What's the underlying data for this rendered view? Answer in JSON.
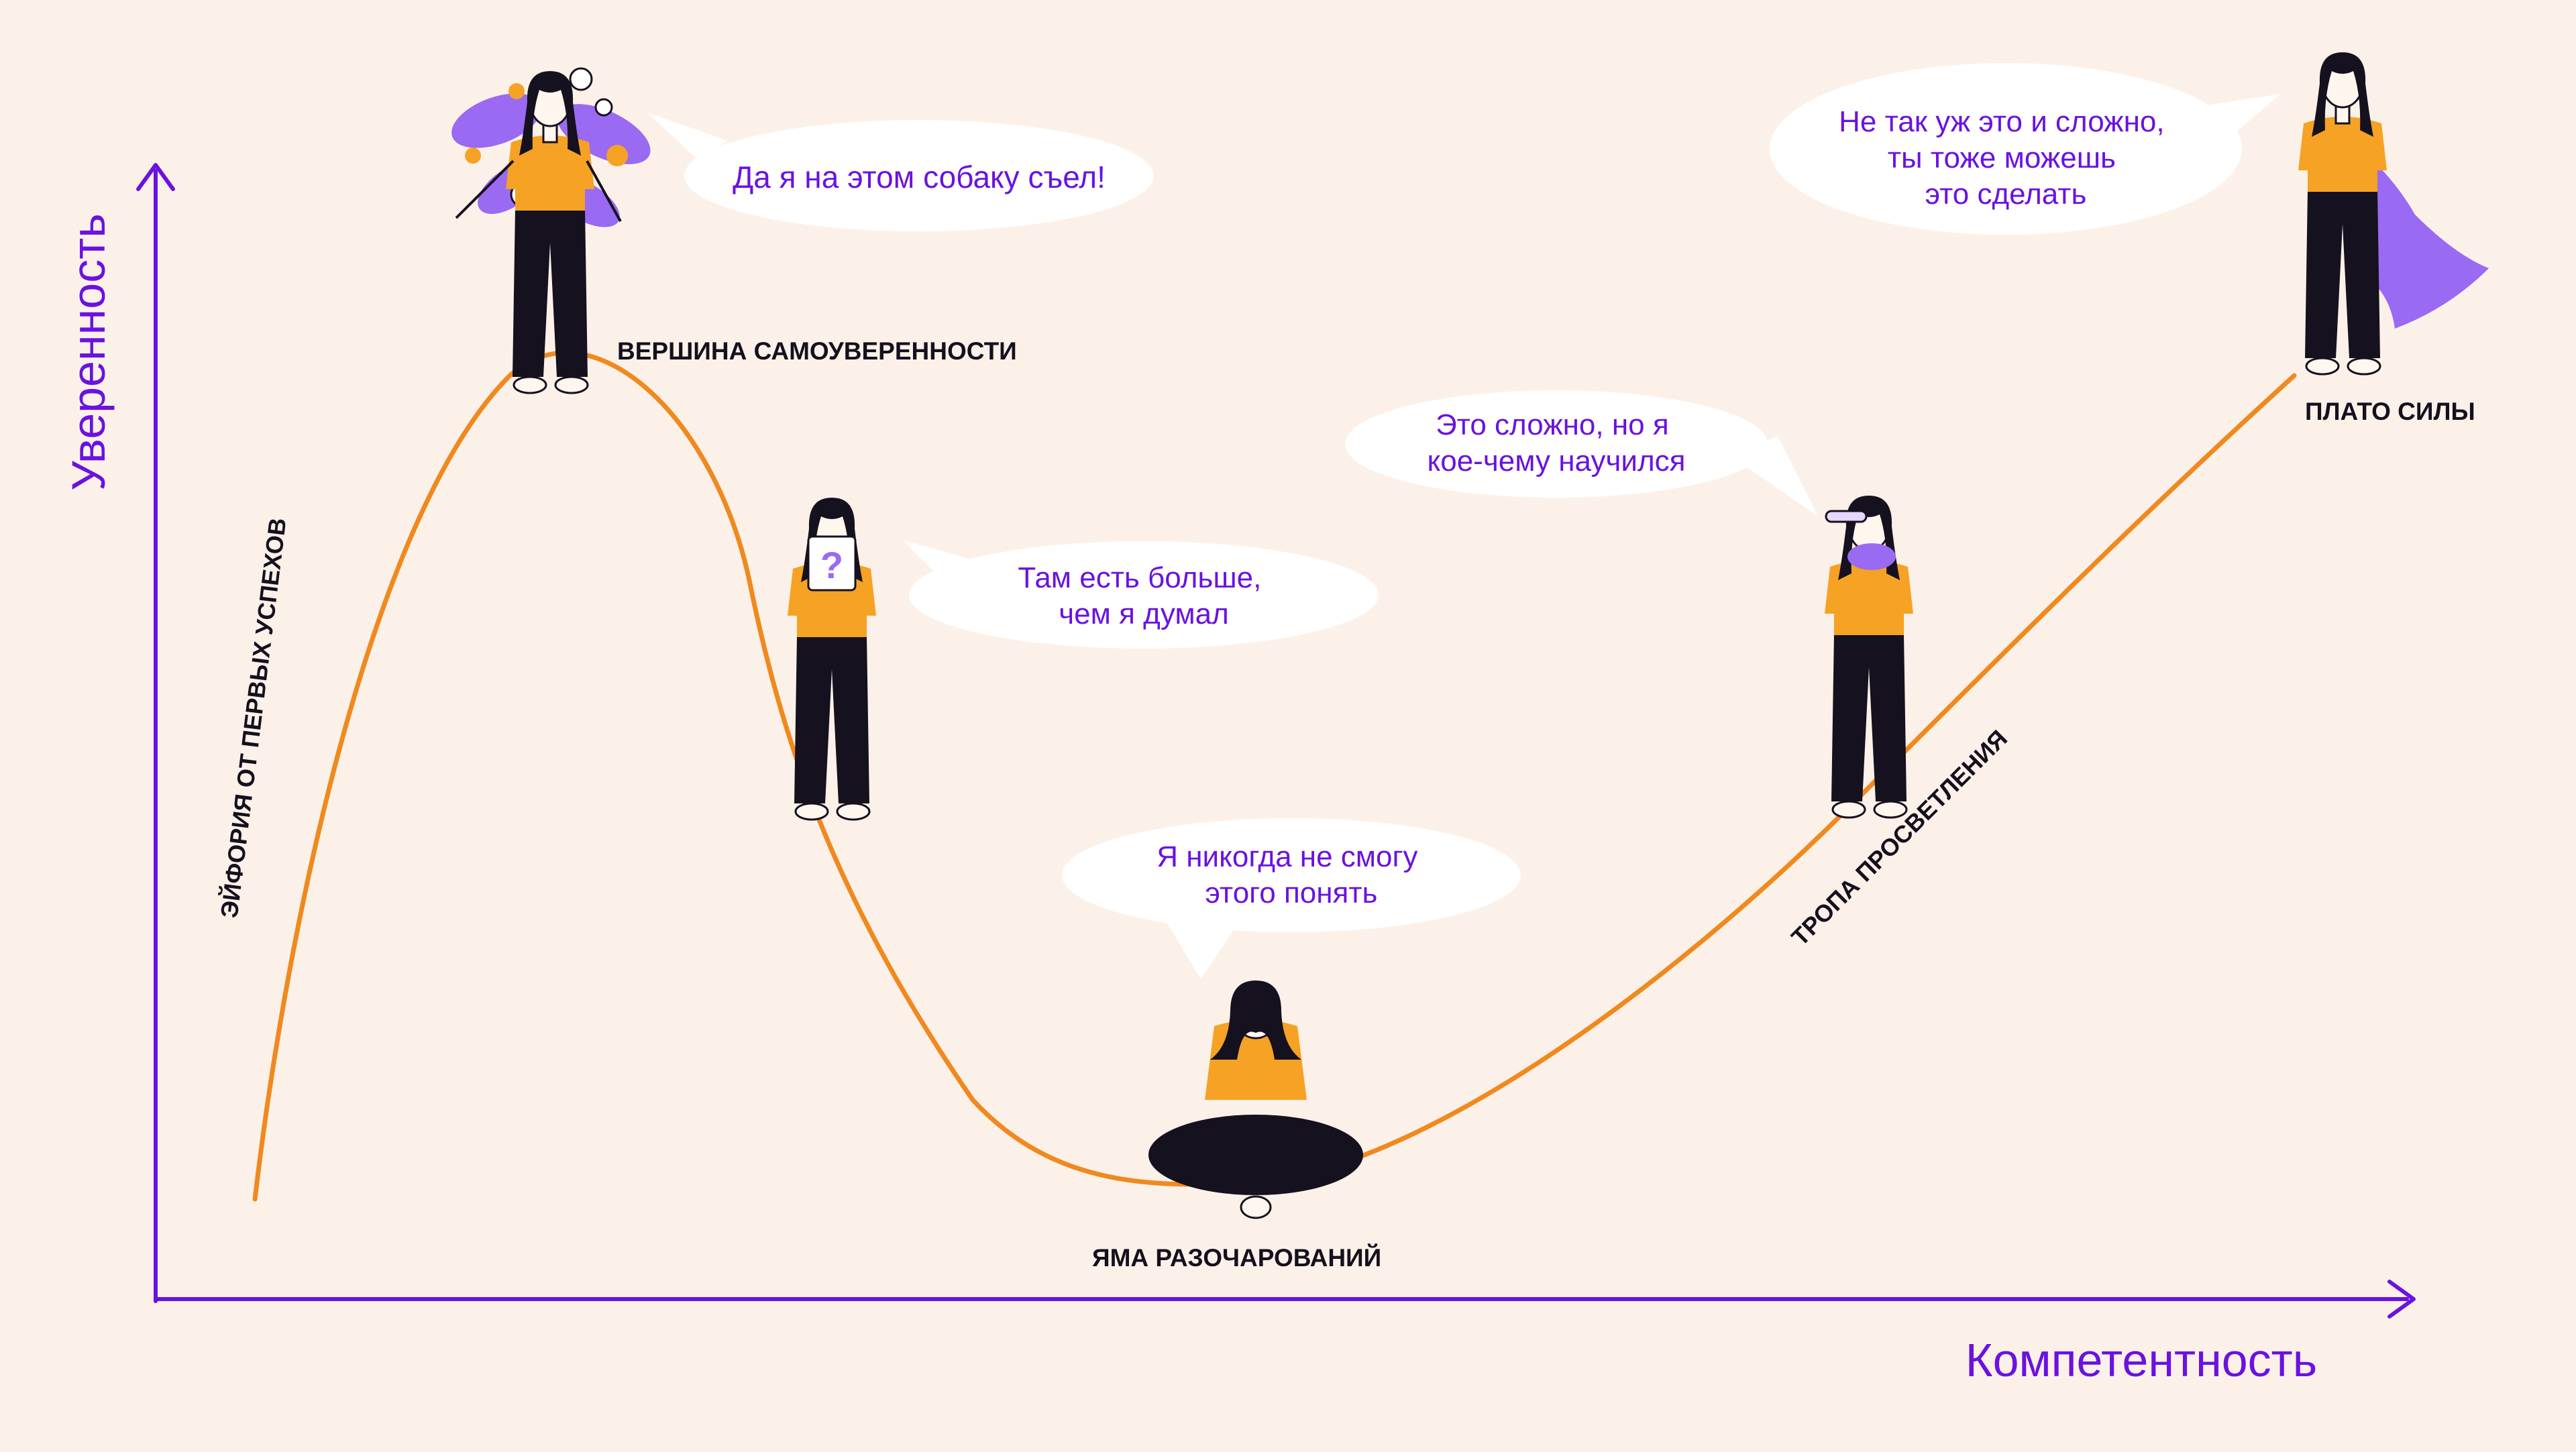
{
  "axes": {
    "y_label": "Уверенность",
    "x_label": "Компетентность"
  },
  "stages": {
    "euphoria": "ЭЙФОРИЯ ОТ ПЕРВЫХ УСПЕХОВ",
    "peak": "ВЕРШИНА САМОУВЕРЕННОСТИ",
    "pit": "ЯМА РАЗОЧАРОВАНИЙ",
    "path": "ТРОПА ПРОСВЕТЛЕНИЯ",
    "plateau": "ПЛАТО СИЛЫ"
  },
  "bubbles": {
    "peak": [
      "Да я на этом собаку съел!"
    ],
    "descent": [
      "Там есть больше,",
      "чем я думал"
    ],
    "pit": [
      "Я никогда не смогу",
      "этого понять"
    ],
    "path": [
      "Это сложно, но я",
      "кое-чему научился"
    ],
    "plateau": [
      "Не так уж это и сложно,",
      "ты тоже можешь",
      "это сделать"
    ]
  },
  "colors": {
    "background": "#fcf1e8",
    "axis": "#6a12e0",
    "curve": "#f0891e",
    "bubble_text": "#6a12e0",
    "bubble_fill": "#ffffff",
    "figure_pants": "#15111f",
    "figure_shirt": "#f5a225",
    "figure_skin": "#fff6ee",
    "accent_purple": "#9a6af2",
    "label_text": "#14101e"
  },
  "icons": {
    "figure": "woman-figure-icon",
    "flowers": "flower-burst-icon",
    "question_card": "question-card-icon",
    "cape": "cape-icon",
    "arrow": "arrowhead-icon"
  }
}
